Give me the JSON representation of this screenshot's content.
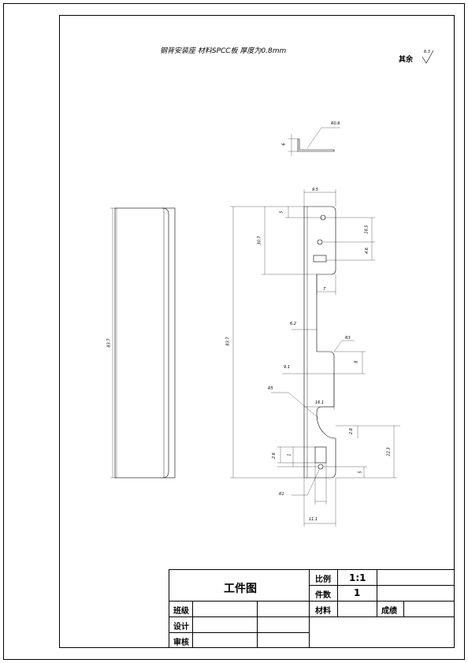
{
  "notes": {
    "material_note": "钢背安装座 材料SPCC板 厚度为0.8mm",
    "surface_label": "其余",
    "roughness_value": "6.3"
  },
  "title_block": {
    "drawing_title": "工件图",
    "scale_label": "比例",
    "scale_value": "1:1",
    "quantity_label": "件数",
    "quantity_value": "1",
    "class_label": "班级",
    "material_label": "材料",
    "grade_label": "成绩",
    "design_label": "设计",
    "review_label": "审核"
  },
  "dimensions": {
    "top_radius": "R0.6",
    "top_height": "6",
    "flange_width": "9.5",
    "hole_top_offset": "5",
    "hole_spacing": "18.5",
    "slot_offset": "4.6",
    "upper_length": "30.7",
    "lower_width": "7",
    "overall_length_side": "83.7",
    "overall_length_front": "83.7",
    "gap_width": "6.2",
    "notch_radius": "R3",
    "notch_depth": "8",
    "notch_left": "9.1",
    "arc_radius": "R5",
    "arc_offset": "16.1",
    "lower_step": "2.8",
    "lower_height": "22.3",
    "slot_width": "2.6",
    "slot_small": "1",
    "bottom_offset": "5",
    "hole_radius": "R1",
    "bottom_width": "11.1"
  }
}
